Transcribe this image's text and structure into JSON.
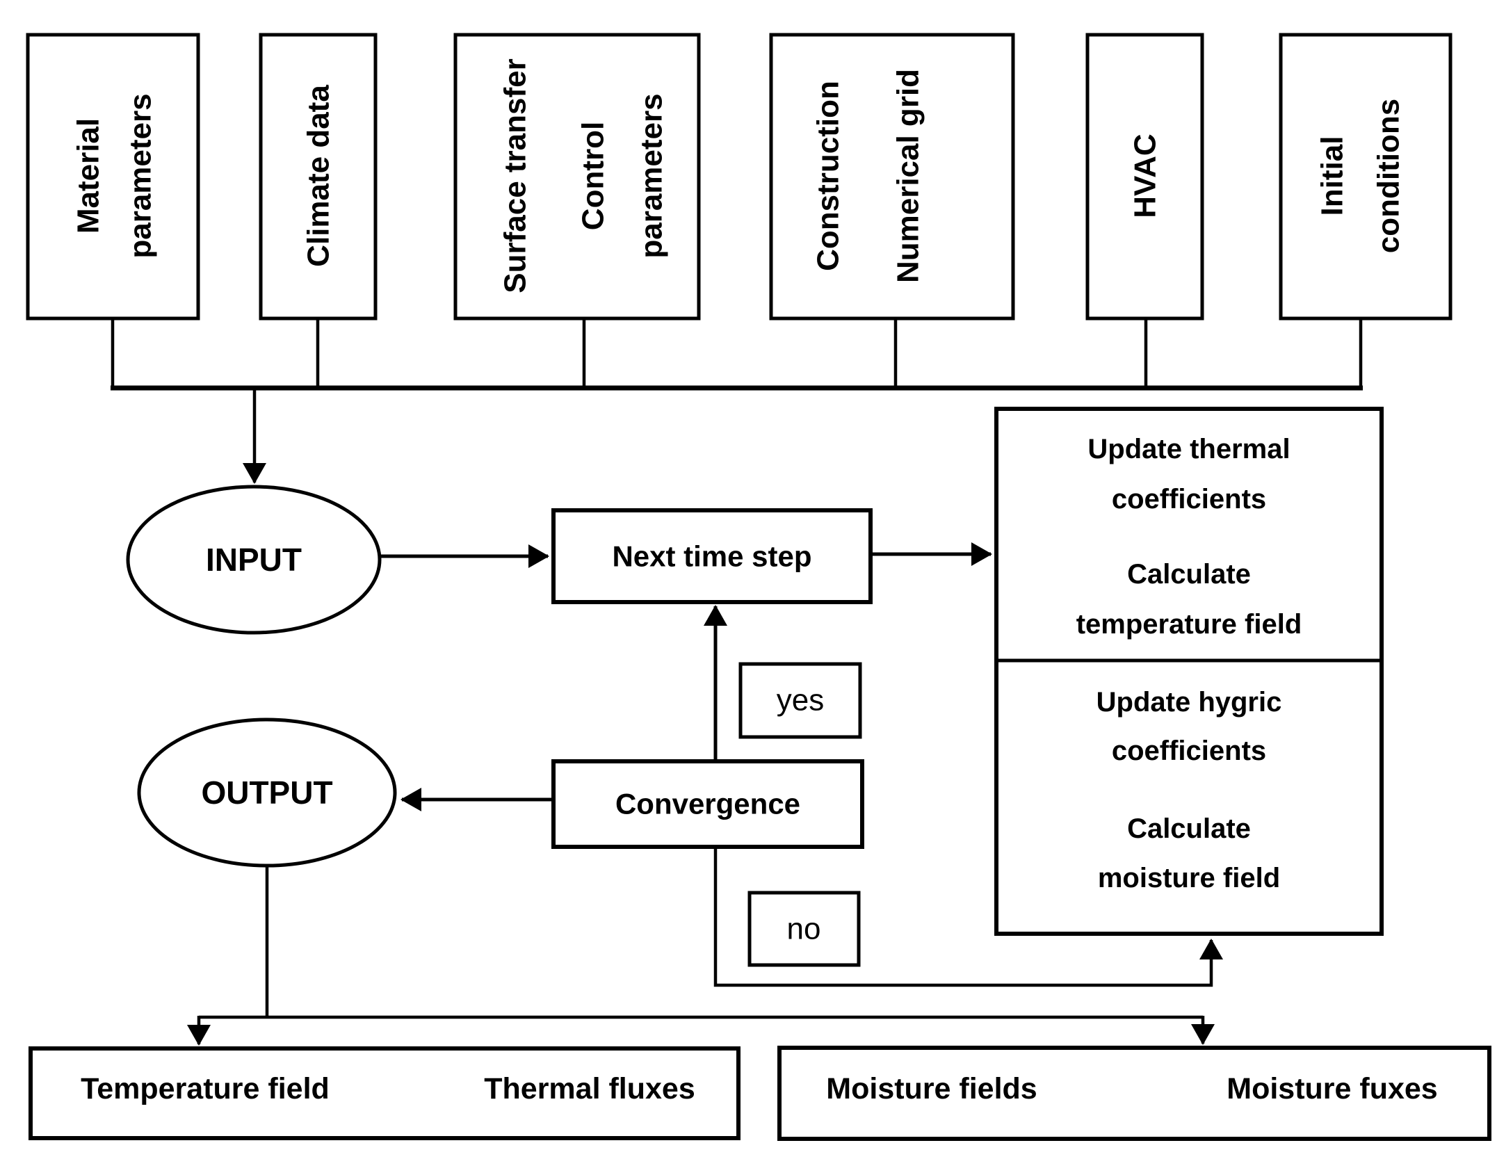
{
  "flowchart": {
    "top_boxes": [
      {
        "id": "material-parameters",
        "lines": [
          "Material",
          "parameters"
        ]
      },
      {
        "id": "climate-data",
        "lines": [
          "Climate data"
        ]
      },
      {
        "id": "surface-transfer-control-parameters",
        "lines": [
          "Surface transfer",
          "Control",
          "parameters"
        ]
      },
      {
        "id": "construction-numerical-grid",
        "lines": [
          "Construction",
          "Numerical grid"
        ]
      },
      {
        "id": "hvac",
        "lines": [
          "HVAC"
        ]
      },
      {
        "id": "initial-conditions",
        "lines": [
          "Initial",
          "conditions"
        ]
      }
    ],
    "nodes": {
      "input": "INPUT",
      "output": "OUTPUT",
      "next_time_step": "Next time step",
      "convergence": "Convergence",
      "yes": "yes",
      "no": "no"
    },
    "thermal_block": {
      "line1": "Update thermal",
      "line2": "coefficients",
      "line3": "Calculate",
      "line4": "temperature field"
    },
    "hygric_block": {
      "line1": "Update hygric",
      "line2": "coefficients",
      "line3": "Calculate",
      "line4": "moisture field"
    },
    "outputs_left": {
      "field": "Temperature field",
      "flux": "Thermal fluxes"
    },
    "outputs_right": {
      "field": "Moisture fields",
      "flux": "Moisture fuxes"
    }
  },
  "colors": {
    "ink": "#000000",
    "paper": "#ffffff"
  }
}
